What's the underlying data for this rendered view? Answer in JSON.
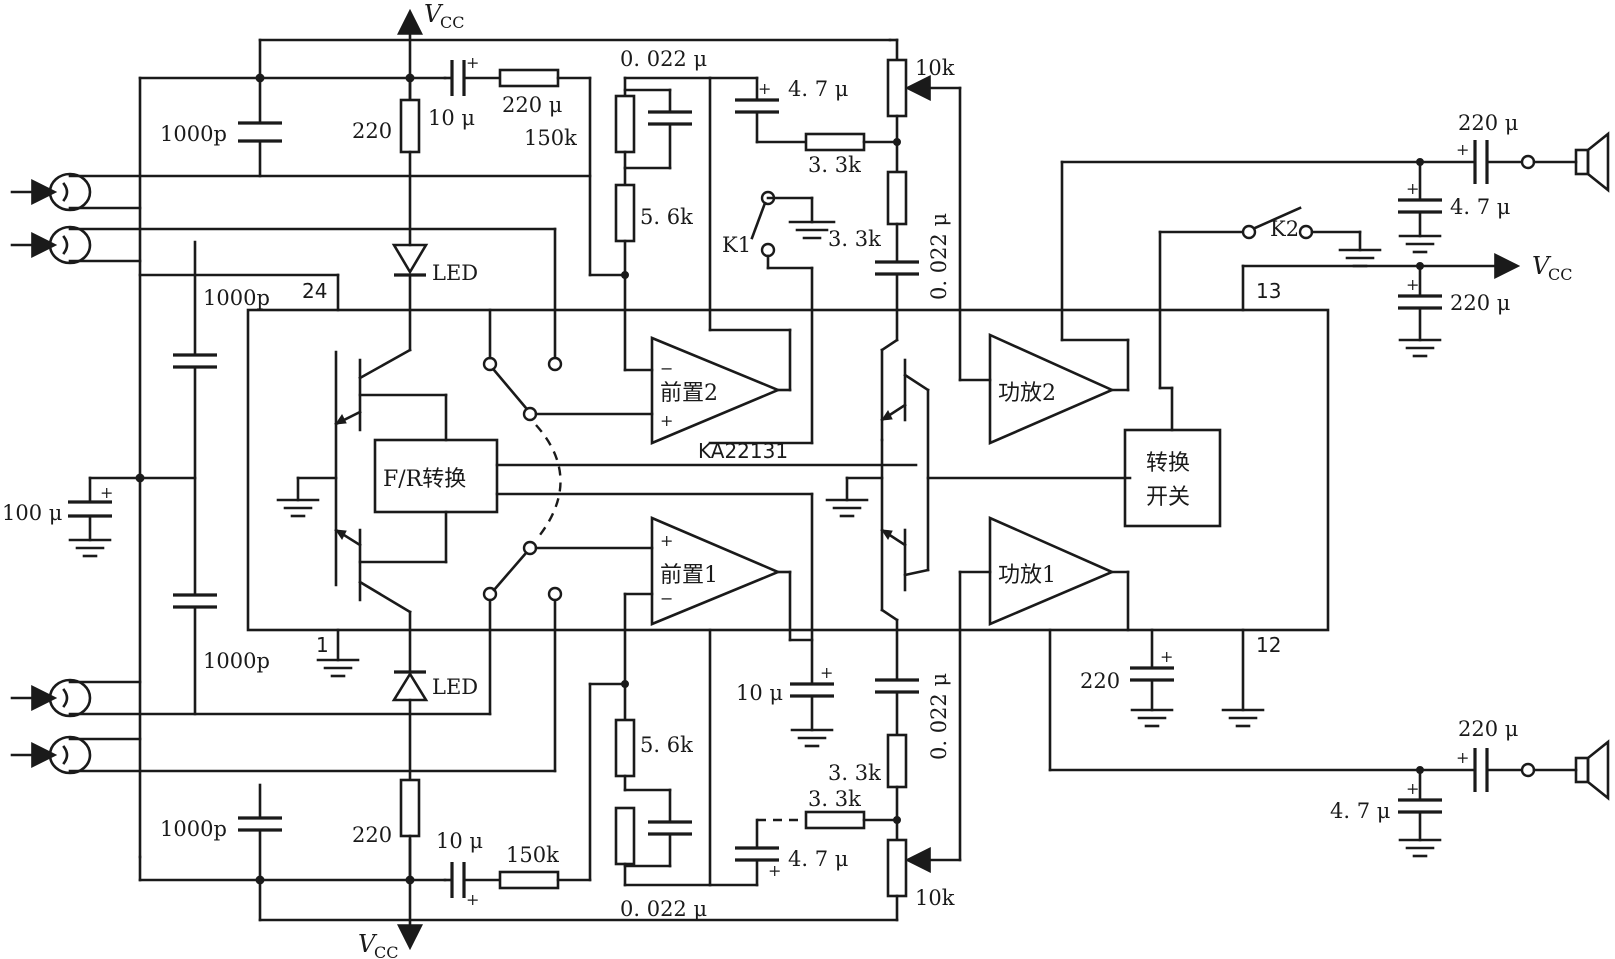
{
  "supply": {
    "vcc_label": "V",
    "vcc_sub": "CC"
  },
  "chip": {
    "part_number": "KA22131",
    "pin_24": "24",
    "pin_1": "1",
    "pin_13": "13",
    "pin_12": "12"
  },
  "blocks": {
    "fr_switch": "F/R转换",
    "preamp2": "前置2",
    "preamp1": "前置1",
    "power_amp2": "功放2",
    "power_amp1": "功放1",
    "switch_line1": "转换",
    "switch_line2": "开关"
  },
  "components": {
    "c_1000p_top": "1000p",
    "r_220_top": "220",
    "c_10u_top": "10 μ",
    "r_220u": "220 μ",
    "r_150k_top": "150k",
    "c_0022_top": "0. 022 μ",
    "r_56k_top": "5. 6k",
    "c_47u_top": "4. 7 μ",
    "r_33k_top_h": "3. 3k",
    "r_33k_top_v": "3. 3k",
    "pot_10k_top": "10k",
    "c_0022_vert_top": "0. 022 μ",
    "sw_k1": "K1",
    "led_top": "LED",
    "c_1000p_mid_top": "1000p",
    "c_100u": "100 μ",
    "c_1000p_mid_bot": "1000p",
    "led_bot": "LED",
    "c_1000p_bot": "1000p",
    "r_220_bot": "220",
    "c_10u_bot": "10 μ",
    "r_150k_bot": "150k",
    "c_0022_bot": "0. 022 μ",
    "r_56k_bot": "5. 6k",
    "c_10u_mid": "10 μ",
    "c_47u_bot": "4. 7 μ",
    "r_33k_bot_h": "3. 3k",
    "r_33k_bot_v": "3. 3k",
    "pot_10k_bot": "10k",
    "c_0022_vert_bot": "0. 022 μ",
    "c_220_out": "220",
    "c_220u_top_out": "220 μ",
    "c_47u_top_out": "4. 7 μ",
    "sw_k2": "K2",
    "c_220u_supply": "220 μ",
    "c_220u_bot_out": "220 μ",
    "c_47u_bot_out": "4. 7 μ"
  }
}
